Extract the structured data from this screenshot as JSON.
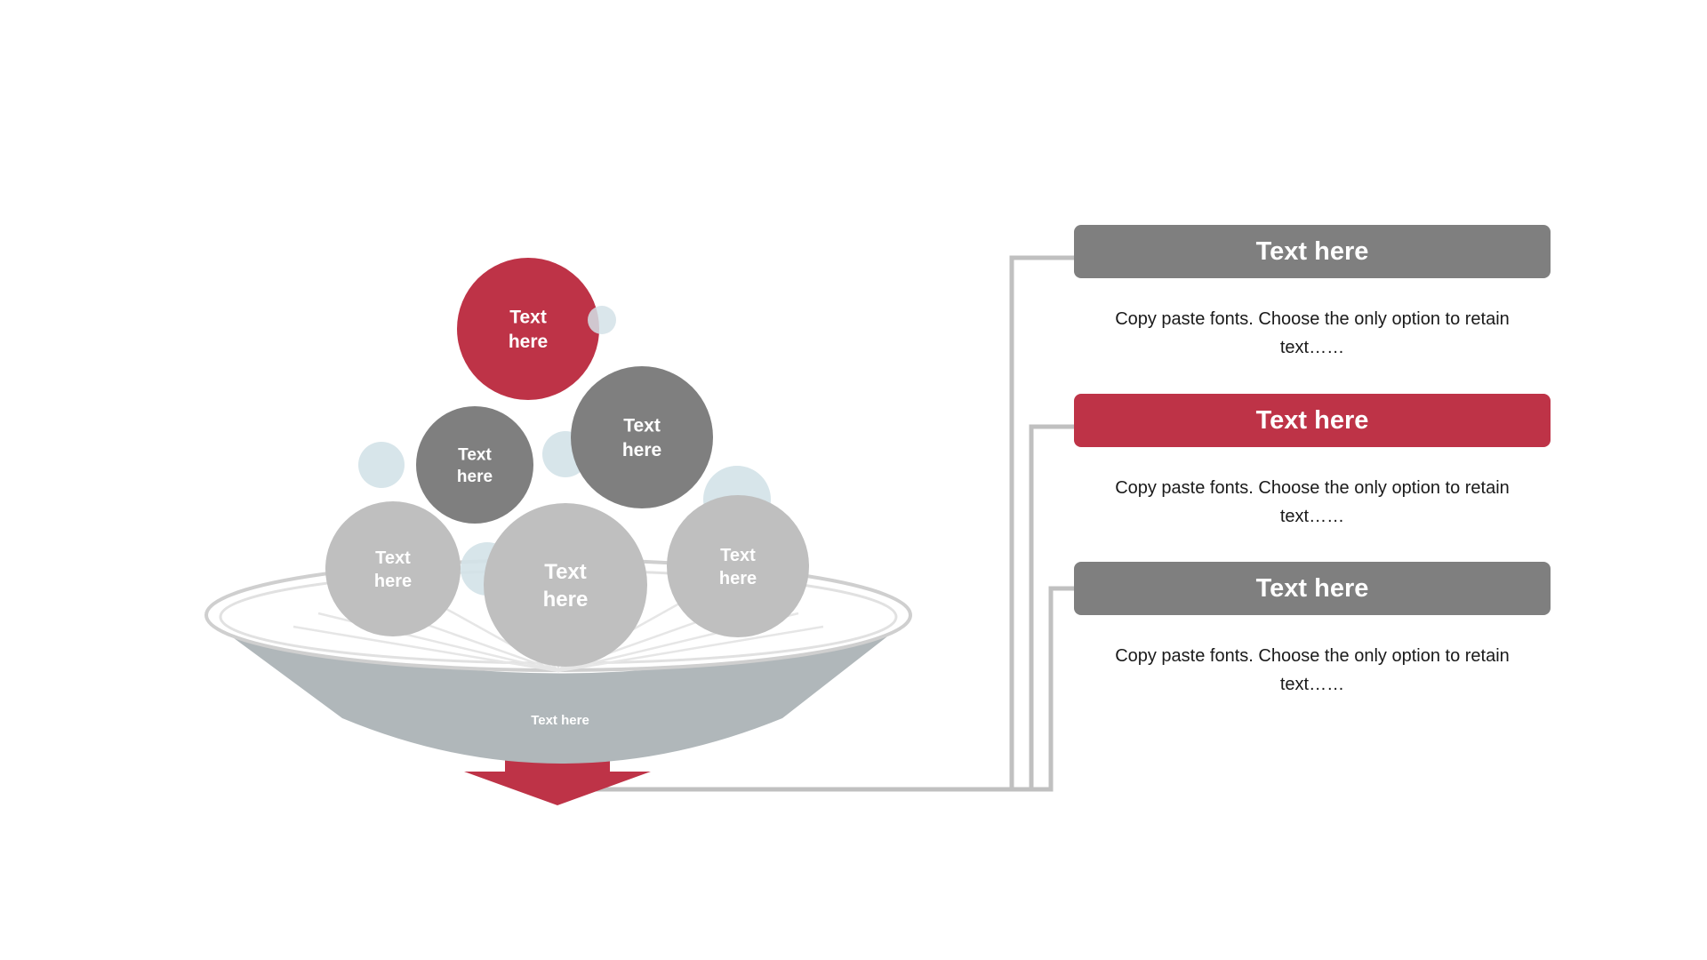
{
  "colors": {
    "accent_red": "#be3347",
    "dark_gray": "#7f7f7f",
    "light_gray": "#bfbfbf",
    "bowl_gray": "#b0b7ba",
    "bubble_blue": "#d3e2e8",
    "connector_gray": "#c0c0c0",
    "white": "#ffffff"
  },
  "balls": [
    {
      "label": "Text\nhere",
      "color": "accent_red"
    },
    {
      "label": "Text\nhere",
      "color": "dark_gray"
    },
    {
      "label": "Text\nhere",
      "color": "dark_gray"
    },
    {
      "label": "Text\nhere",
      "color": "light_gray"
    },
    {
      "label": "Text\nhere",
      "color": "light_gray"
    },
    {
      "label": "Text\nhere",
      "color": "light_gray"
    }
  ],
  "bowl": {
    "label": "Text here"
  },
  "panels": [
    {
      "title": "Text here",
      "color": "dark_gray",
      "description": "Copy paste fonts. Choose the only option to retain text……"
    },
    {
      "title": "Text here",
      "color": "accent_red",
      "description": "Copy paste fonts. Choose the only option to retain text……"
    },
    {
      "title": "Text here",
      "color": "dark_gray",
      "description": "Copy paste fonts. Choose the only option to retain text……"
    }
  ]
}
